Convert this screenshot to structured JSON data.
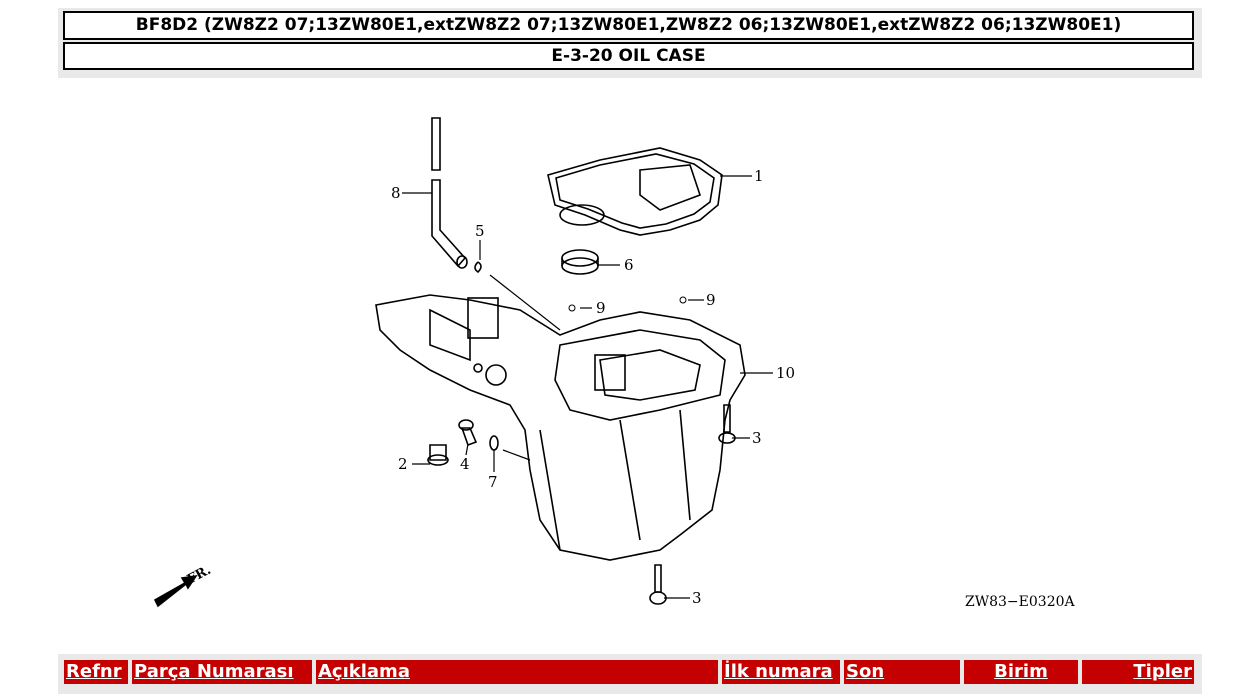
{
  "header": {
    "model_title": "BF8D2 (ZW8Z2 07;13ZW80E1,extZW8Z2 07;13ZW80E1,ZW8Z2 06;13ZW80E1,extZW8Z2 06;13ZW80E1)",
    "section_title": "E-3-20 OIL CASE"
  },
  "diagram": {
    "callouts": [
      "1",
      "2",
      "3",
      "3",
      "4",
      "5",
      "6",
      "7",
      "8",
      "9",
      "9",
      "10"
    ],
    "front_marker": "FR.",
    "drawing_code": "ZW83−E0320A"
  },
  "table_header": {
    "columns": [
      "Refnr",
      "Parça Numarası",
      "Açıklama",
      "İlk numara",
      "Son",
      "Birim",
      "Tipler"
    ]
  },
  "colors": {
    "header_bg": "#c40000",
    "header_text": "#ffffff"
  }
}
